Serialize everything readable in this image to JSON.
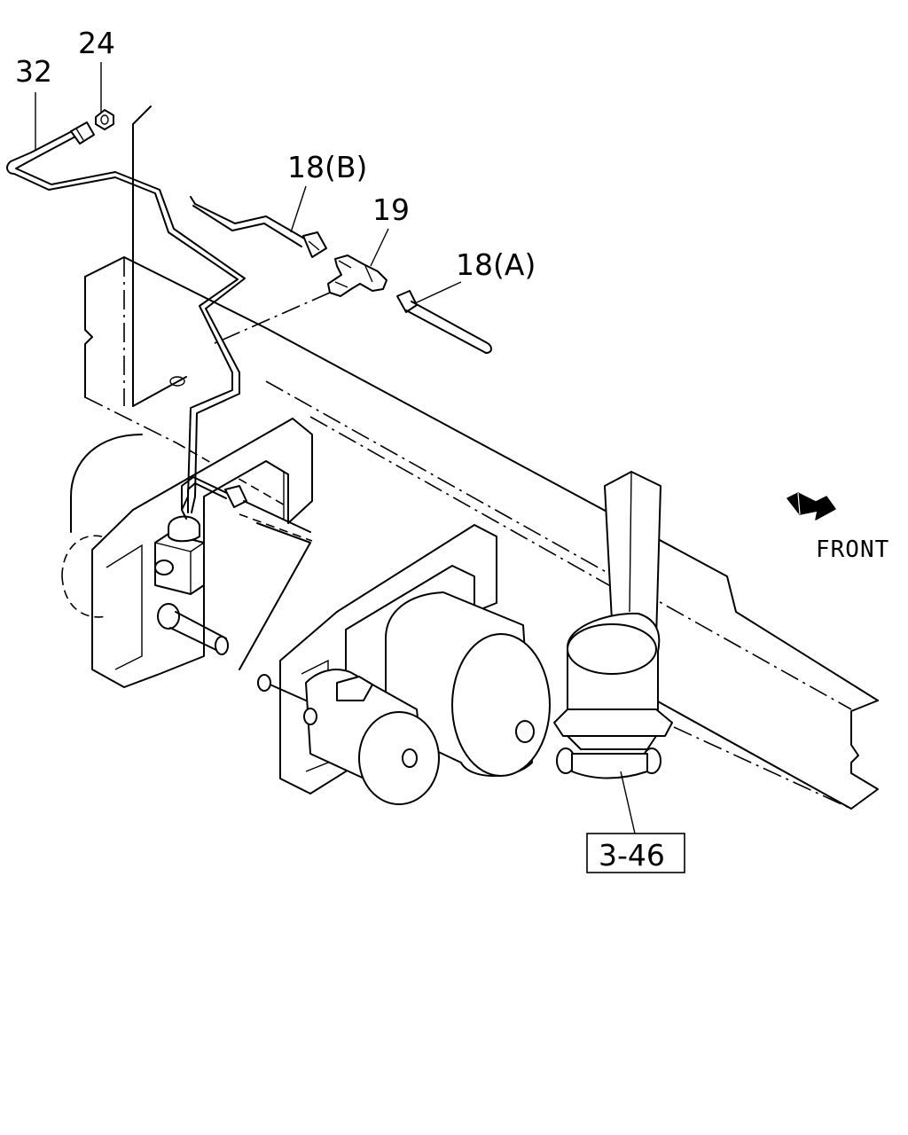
{
  "callouts": {
    "c32": "32",
    "c24": "24",
    "c18b": "18(B)",
    "c19": "19",
    "c18a": "18(A)",
    "c346": "3-46"
  },
  "direction": {
    "label": "FRONT",
    "icon": "arrow-icon"
  }
}
